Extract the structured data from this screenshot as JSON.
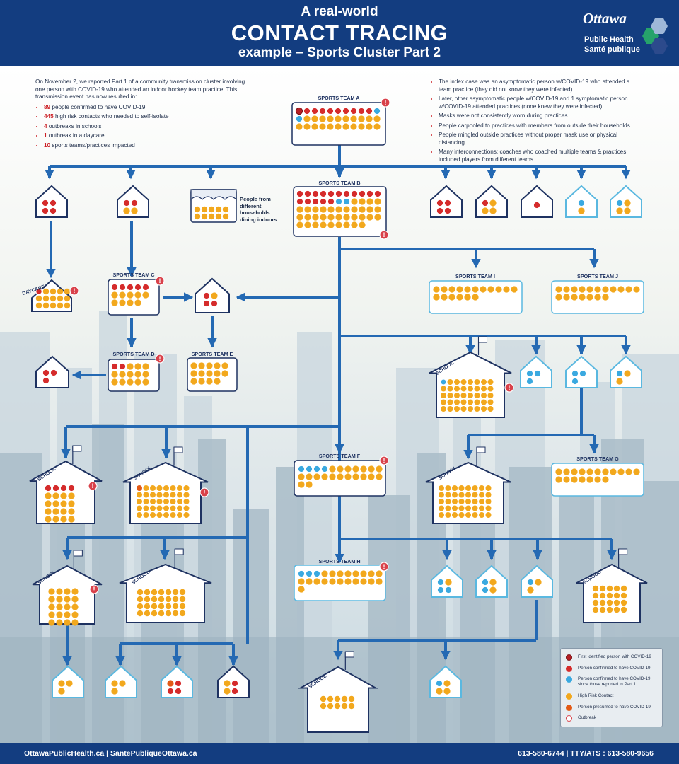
{
  "header": {
    "line1": "A real-world",
    "line2": "CONTACT TRACING",
    "line3": "example – Sports Cluster Part 2"
  },
  "logo": {
    "brand": "Ottawa",
    "line1": "Public Health",
    "line2": "Santé publique"
  },
  "colors": {
    "header_bg": "#133d80",
    "line": "#2469b3",
    "first_case": "#b51f25",
    "confirmed": "#d52b2b",
    "confirmed_since": "#3aa9e0",
    "high_risk": "#f2a81d",
    "presumed": "#e35a16",
    "outbreak": "#d9414a",
    "box_border_dark": "#1e3261",
    "box_border_light": "#5ab8e0"
  },
  "intro": {
    "text": "On November 2, we reported Part 1 of a community transmission cluster involving one person with COVID-19 who attended an indoor hockey team practice. This transmission event has now resulted in:",
    "stats": [
      {
        "num": "89",
        "label": "people confirmed to have COVID-19"
      },
      {
        "num": "445",
        "label": "high risk contacts who needed to self-isolate"
      },
      {
        "num": "4",
        "label": "outbreaks in schools"
      },
      {
        "num": "1",
        "label": "outbreak in a daycare"
      },
      {
        "num": "10",
        "label": "sports teams/practices impacted"
      }
    ]
  },
  "facts": [
    "The index case was an asymptomatic person w/COVID-19 who attended a team practice (they did not know they were infected).",
    "Later, other asymptomatic people w/COVID-19 and 1 symptomatic person w/COVID-19 attended practices (none knew they were infected).",
    "Masks were not consistently worn during practices.",
    "People carpooled to practices with members from outside their households.",
    "People mingled outside practices without proper mask use or physical distancing.",
    "Many interconnections: coaches who coached multiple teams & practices included players from different teams."
  ],
  "labels": {
    "team_a": "SPORTS TEAM A",
    "team_b": "SPORTS TEAM B",
    "team_c": "SPORTS TEAM C",
    "team_d": "SPORTS TEAM D",
    "team_e": "SPORTS TEAM E",
    "team_f": "SPORTS TEAM F",
    "team_g": "SPORTS TEAM G",
    "team_h": "SPORTS TEAM H",
    "team_i": "SPORTS TEAM I",
    "team_j": "SPORTS TEAM J",
    "daycare": "DAYCARE",
    "school": "SCHOOL",
    "dining": "People from different households dining indoors"
  },
  "legend": [
    {
      "key": "first_case",
      "label": "First identified person with COVID-19"
    },
    {
      "key": "confirmed",
      "label": "Person confirmed to have COVID-19"
    },
    {
      "key": "confirmed_since",
      "label": "Person confirmed to have COVID-19 since those reported in Part 1"
    },
    {
      "key": "high_risk",
      "label": "High Risk Contact"
    },
    {
      "key": "presumed",
      "label": "Person presumed to have COVID-19"
    },
    {
      "key": "outbreak",
      "label": "Outbreak"
    }
  ],
  "footer": {
    "left": "OttawaPublicHealth.ca  |  SantePubliqueOttawa.ca",
    "right": "613-580-6744  |  TTY/ATS : 613-580-9656"
  }
}
